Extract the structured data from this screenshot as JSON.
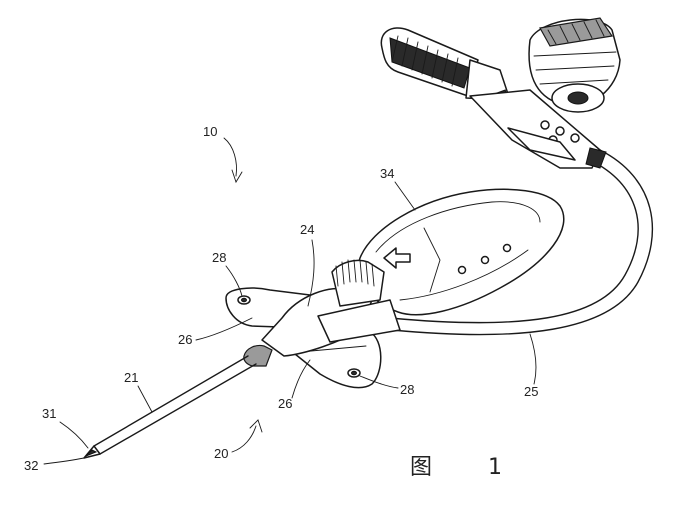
{
  "figure": {
    "caption": {
      "char": "图",
      "number": "1"
    },
    "reference_numerals": {
      "assembly": "10",
      "needle_assembly": "20",
      "needle": "21",
      "hub": "24",
      "tubing": "25",
      "wing_upper": "26",
      "wing_lower": "26",
      "wing_hole_upper": "28",
      "wing_hole_lower": "28",
      "bevel": "31",
      "tip": "32",
      "shield": "34"
    }
  }
}
